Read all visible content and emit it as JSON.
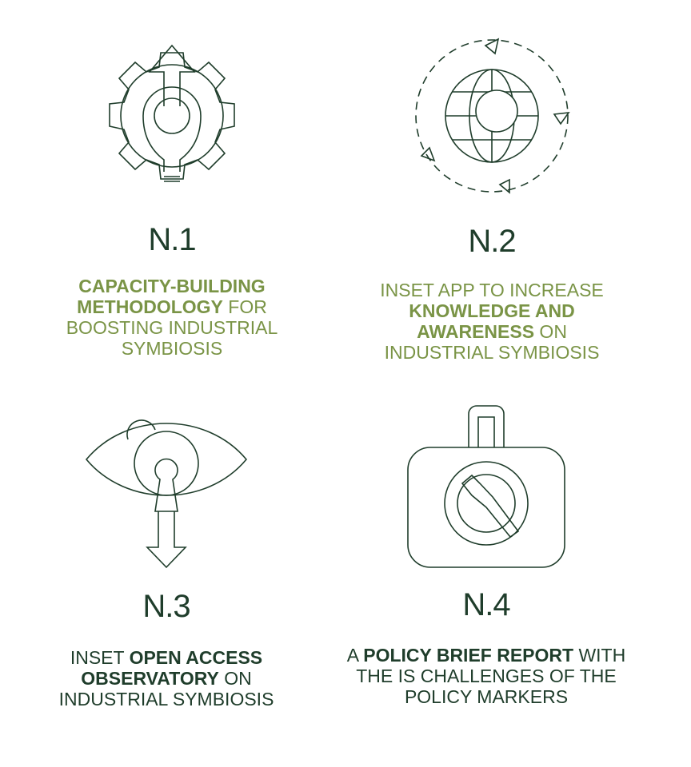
{
  "items": [
    {
      "number": "N.1",
      "lines": [
        {
          "bold": "CAPACITY-BUILDING",
          "rest": ""
        },
        {
          "bold": "METHODOLOGY",
          "rest": " FOR"
        },
        {
          "bold": "",
          "rest": "BOOSTING INDUSTRIAL"
        },
        {
          "bold": "",
          "rest": "SYMBIOSIS"
        }
      ],
      "icon": "gear-lightbulb-arrow-icon"
    },
    {
      "number": "N.2",
      "lines": [
        {
          "pre": "INSET APP TO INCREASE",
          "bold": "",
          "rest": ""
        },
        {
          "pre": "",
          "bold": "KNOWLEDGE AND",
          "rest": ""
        },
        {
          "pre": "",
          "bold": "AWARENESS",
          "rest": " ON"
        },
        {
          "pre": "INDUSTRIAL SYMBIOSIS",
          "bold": "",
          "rest": ""
        }
      ],
      "icon": "globe-cycle-icon"
    },
    {
      "number": "N.3",
      "lines": [
        {
          "pre": "INSET ",
          "bold": "OPEN ACCESS",
          "rest": ""
        },
        {
          "pre": "",
          "bold": "OBSERVATORY",
          "rest": " ON"
        },
        {
          "pre": "INDUSTRIAL SYMBIOSIS",
          "bold": "",
          "rest": ""
        }
      ],
      "icon": "eye-gear-icon"
    },
    {
      "number": "N.4",
      "lines": [
        {
          "pre": "A ",
          "bold": "POLICY BRIEF REPORT",
          "rest": " WITH"
        },
        {
          "pre": "THE IS CHALLENGES OF THE",
          "bold": "",
          "rest": ""
        },
        {
          "pre": "POLICY MARKERS",
          "bold": "",
          "rest": ""
        }
      ],
      "icon": "briefcase-wrench-icon"
    }
  ],
  "colors": {
    "accent": "#7a9446",
    "dark": "#1f3d2b"
  }
}
